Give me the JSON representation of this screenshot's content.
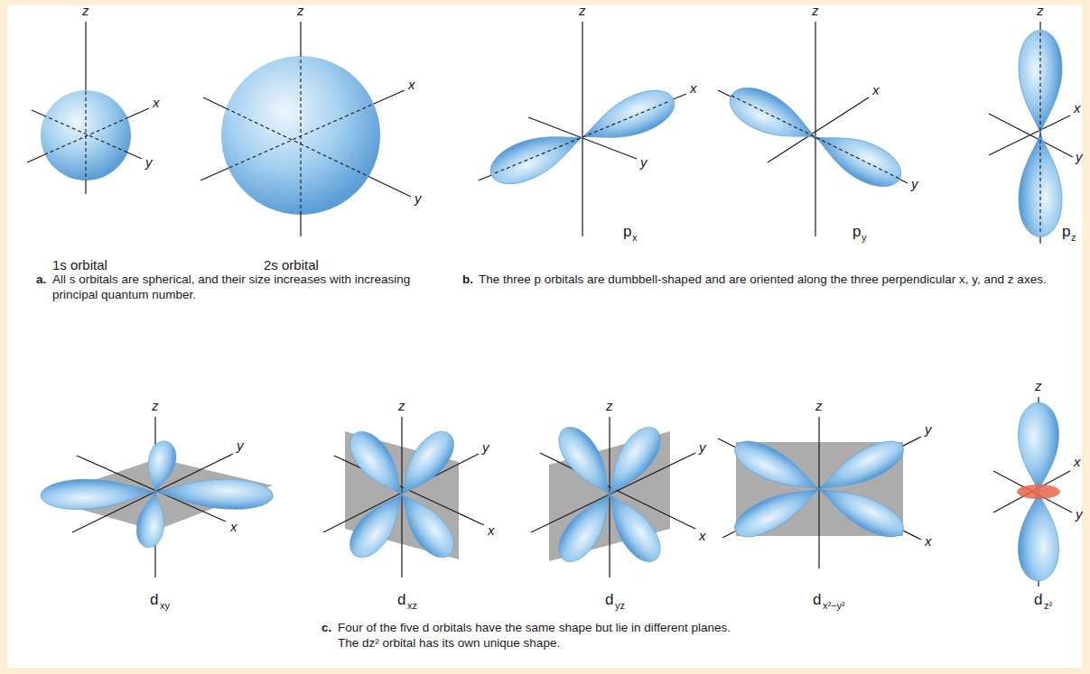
{
  "diagram": {
    "labels": [
      "z",
      "x",
      "y",
      "1s orbital",
      "z",
      "x",
      "y",
      "2s orbital",
      "z",
      "x",
      "y",
      "p",
      "x",
      "z",
      "x",
      "y",
      "p",
      "y",
      "z",
      "x",
      "y",
      "p",
      "z",
      "a.",
      "All s orbitals are spherical, and their size increases with increasing principal quantum number.",
      "b.",
      "The three p orbitals are dumbbell-shaped and are oriented along the three perpendicular x, y, and z axes.",
      "z",
      "y",
      "x",
      "d",
      "xy",
      "z",
      "y",
      "x",
      "d",
      "xz",
      "z",
      "y",
      "x",
      "d",
      "yz",
      "z",
      "y",
      "x",
      "d",
      "x²−y²",
      "z",
      "x",
      "y",
      "d",
      "z²",
      "c.",
      "Four of the five d orbitals have the same shape but lie in different planes. The dz² orbital has its own unique shape."
    ]
  }
}
